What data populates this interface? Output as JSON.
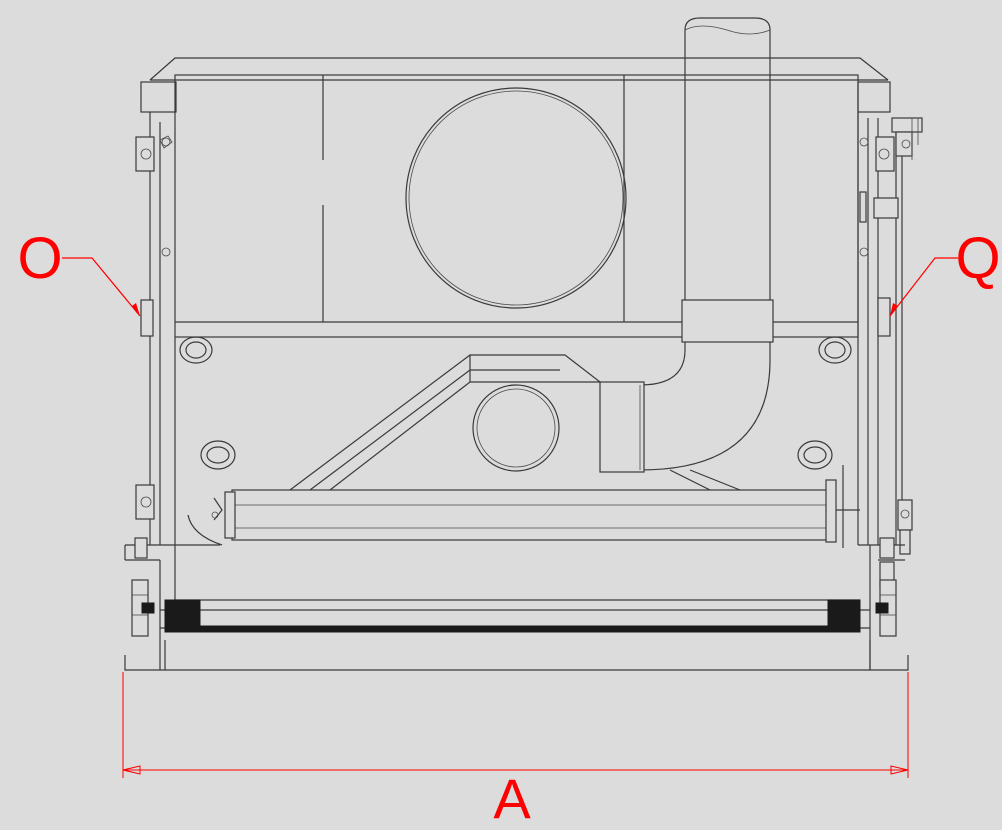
{
  "labels": {
    "left": "O",
    "right": "Q",
    "dimension": "A"
  },
  "colors": {
    "background": "#dcdcdc",
    "drawing_line": "#3a3a3a",
    "annotation": "#ff0000"
  }
}
